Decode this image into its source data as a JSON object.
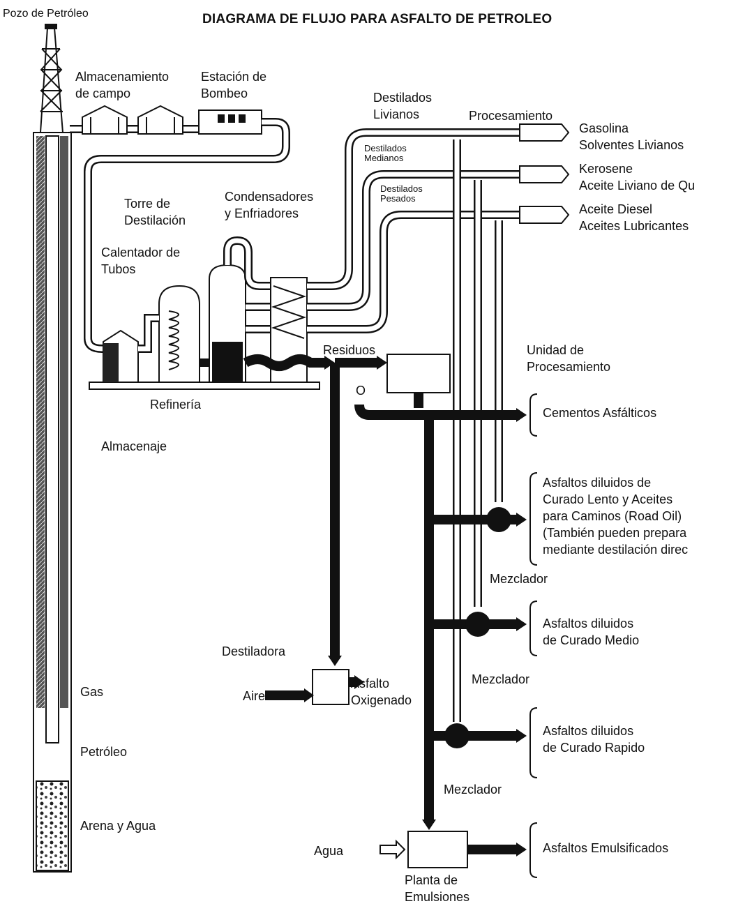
{
  "title": "DIAGRAMA DE FLUJO PARA ASFALTO DE PETROLEO",
  "labels": {
    "pozo": "Pozo de Petróleo",
    "almacenamiento": "Almacenamiento\nde campo",
    "estacion": "Estación de\nBombeo",
    "destilados_livianos": "Destilados\nLivianos",
    "procesamiento": "Procesamiento",
    "destilados_medianos": "Destilados\nMedianos",
    "destilados_pesados": "Destilados\nPesados",
    "gasolina": "Gasolina\nSolventes Livianos",
    "kerosene": "Kerosene\nAceite Liviano de Qu",
    "diesel": "Aceite Diesel\nAceites Lubricantes",
    "torre": "Torre de\nDestilación",
    "condensadores": "Condensadores\ny Enfriadores",
    "calentador": "Calentador de\nTubos",
    "residuos": "Residuos",
    "unidad": "Unidad de\nProcesamiento",
    "refineria": "Refinería",
    "almacenaje": "Almacenaje",
    "o_mark": "O",
    "cementos": "Cementos Asfálticos",
    "curado_lento": "Asfaltos diluidos de\nCurado Lento y Aceites\npara Caminos (Road Oil)\n(También pueden prepara\nmediante destilación direc",
    "mezclador1": "Mezclador",
    "curado_medio": "Asfaltos diluidos\nde Curado Medio",
    "destiladora": "Destiladora",
    "asfalto_ox": "Asfalto\nOxigenado",
    "aire": "Aire",
    "mezclador2": "Mezclador",
    "curado_rapido": "Asfaltos diluidos\nde Curado Rapido",
    "mezclador3": "Mezclador",
    "gas": "Gas",
    "petroleo": "Petróleo",
    "arena": "Arena y Agua",
    "agua": "Agua",
    "emulsificados": "Asfaltos Emulsificados",
    "planta": "Planta de\nEmulsiones"
  }
}
